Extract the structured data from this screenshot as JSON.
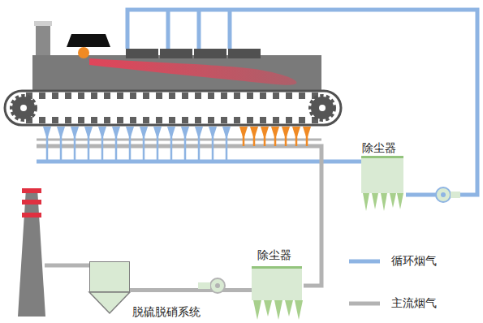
{
  "diagram": {
    "nodes": [
      {
        "text": [
          "除尘器"
        ]
      },
      {
        "text": [
          "除尘器"
        ]
      },
      {
        "text": [
          "脱硫脱硝系统"
        ]
      }
    ],
    "edges": [
      {
        "from": 1,
        "to": 2,
        "arrow": "none"
      }
    ],
    "legend": [
      {
        "text": "循环烟气",
        "color": "#8eb4e3"
      },
      {
        "text": "主流烟气",
        "color": "#b3b3b3"
      }
    ]
  }
}
